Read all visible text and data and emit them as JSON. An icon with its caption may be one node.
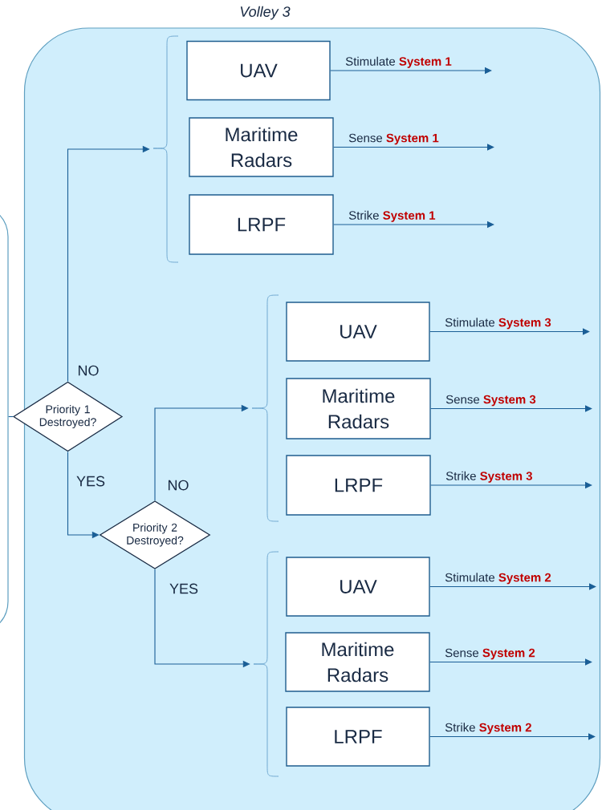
{
  "diagram": {
    "nodes": [
      {
        "text": [],
        "shape": "box"
      },
      {
        "text": [
          "Volley 3"
        ]
      },
      {
        "text": [
          "Priority 1 Destroyed?"
        ],
        "in": 1
      },
      {
        "text": [
          "Priority 2 Destroyed?"
        ],
        "in": 1
      },
      {
        "text": [],
        "shape": "brace",
        "in": 1
      },
      {
        "text": [
          "UAV"
        ],
        "in": 1
      },
      {
        "text": [
          "Maritime Radars"
        ],
        "in": 1
      },
      {
        "text": [
          "LRPF"
        ],
        "in": 1
      },
      {
        "text": [],
        "shape": "brace",
        "in": 1
      },
      {
        "text": [
          "UAV"
        ],
        "in": 1
      },
      {
        "text": [
          "Maritime Radars"
        ],
        "in": 1
      },
      {
        "text": [
          "LRPF"
        ],
        "in": 1
      },
      {
        "text": [],
        "shape": "brace",
        "in": 1
      },
      {
        "text": [
          "UAV"
        ],
        "in": 1
      },
      {
        "text": [
          "Maritime Radars"
        ],
        "in": 1
      },
      {
        "text": [
          "LRPF"
        ],
        "in": 1
      }
    ],
    "edges": [
      {
        "from": 0,
        "to": 2,
        "arrow": "none"
      },
      {
        "from": 2,
        "to": 4,
        "arrow": "to",
        "label": "NO"
      },
      {
        "from": 2,
        "to": 3,
        "arrow": "to",
        "label": "YES"
      },
      {
        "from": 3,
        "to": 8,
        "arrow": "to",
        "label": "NO"
      },
      {
        "from": 3,
        "to": 12,
        "arrow": "to",
        "label": "YES"
      },
      {
        "from": 5,
        "to": null,
        "arrow": "to",
        "label": "Stimulate **System 1**"
      },
      {
        "from": 6,
        "to": null,
        "arrow": "to",
        "label": "Sense **System 1**"
      },
      {
        "from": 7,
        "to": null,
        "arrow": "to",
        "label": "Strike **System 1**"
      },
      {
        "from": 9,
        "to": null,
        "arrow": "to",
        "label": "Stimulate **System 3**"
      },
      {
        "from": 10,
        "to": null,
        "arrow": "to",
        "label": "Sense **System 3**"
      },
      {
        "from": 11,
        "to": null,
        "arrow": "to",
        "label": "Strike **System 3**"
      },
      {
        "from": 13,
        "to": null,
        "arrow": "to",
        "label": "Stimulate **System 2**"
      },
      {
        "from": 14,
        "to": null,
        "arrow": "to",
        "label": "Sense **System 2**"
      },
      {
        "from": 15,
        "to": null,
        "arrow": "to",
        "label": "Strike **System 2**"
      }
    ]
  }
}
